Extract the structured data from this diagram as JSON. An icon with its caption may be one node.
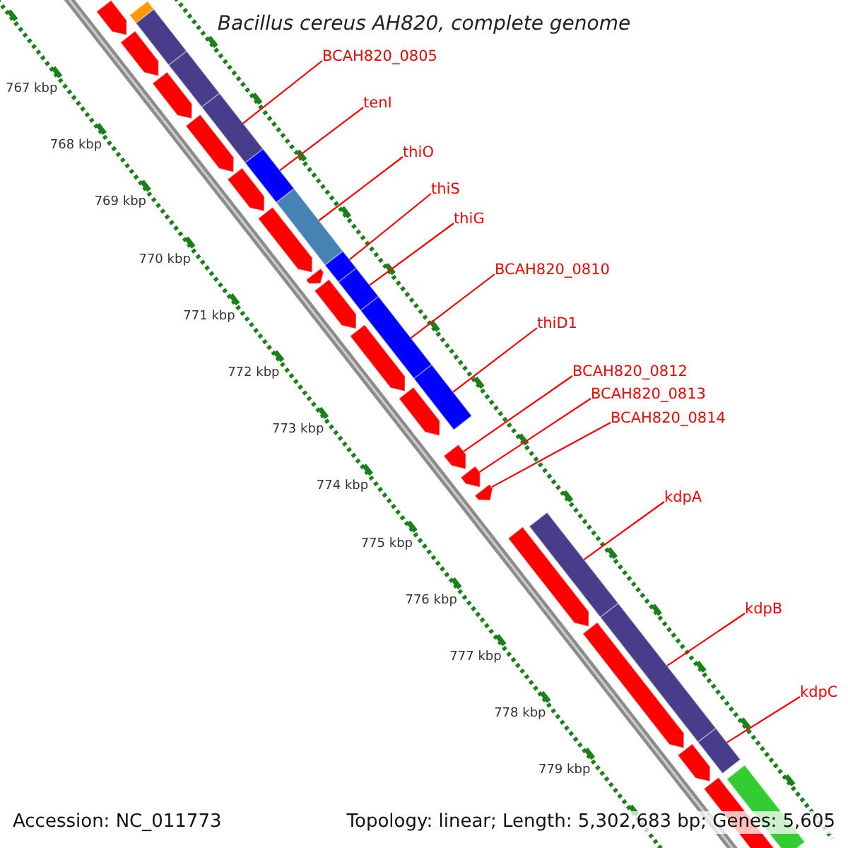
{
  "diagram": {
    "title": "Bacillus cereus AH820, complete genome",
    "nodes": [
      {
        "text": [
          "BCAH820_0805"
        ]
      },
      {
        "text": [
          "tenI"
        ]
      },
      {
        "text": [
          "thiO"
        ]
      },
      {
        "text": [
          "thiS"
        ]
      },
      {
        "text": [
          "thiG"
        ]
      },
      {
        "text": [
          "BCAH820_0810"
        ]
      },
      {
        "text": [
          "thiD1"
        ]
      },
      {
        "text": [
          "BCAH820_0812"
        ]
      },
      {
        "text": [
          "BCAH820_0813"
        ]
      },
      {
        "text": [
          "BCAH820_0814"
        ]
      },
      {
        "text": [
          "kdpA"
        ]
      },
      {
        "text": [
          "kdpB"
        ]
      },
      {
        "text": [
          "kdpC"
        ]
      },
      {
        "text": [],
        "shape": "bar"
      },
      {
        "text": [],
        "shape": "arrow"
      },
      {
        "text": [],
        "shape": "bar"
      },
      {
        "text": [],
        "shape": "arrow"
      },
      {
        "text": [],
        "shape": "bar"
      },
      {
        "text": [],
        "shape": "arrow"
      },
      {
        "text": [],
        "shape": "bar"
      },
      {
        "text": [],
        "shape": "arrow"
      },
      {
        "text": [],
        "shape": "bar"
      },
      {
        "text": [],
        "shape": "arrow"
      },
      {
        "text": [],
        "shape": "bar"
      },
      {
        "text": [],
        "shape": "arrow"
      },
      {
        "text": [],
        "shape": "bar"
      },
      {
        "text": [],
        "shape": "arrow"
      },
      {
        "text": [],
        "shape": "arrow"
      },
      {
        "text": [],
        "shape": "bar"
      },
      {
        "text": [],
        "shape": "bar"
      },
      {
        "text": [],
        "shape": "arrow"
      },
      {
        "text": [],
        "shape": "bar"
      },
      {
        "text": [],
        "shape": "arrow"
      },
      {
        "text": [],
        "shape": "arrow"
      },
      {
        "text": [],
        "shape": "arrow"
      },
      {
        "text": [],
        "shape": "arrow"
      },
      {
        "text": [],
        "shape": "arrow"
      },
      {
        "text": [],
        "shape": "bar"
      },
      {
        "text": [],
        "shape": "bar"
      },
      {
        "text": [],
        "shape": "arrow"
      },
      {
        "text": [],
        "shape": "arrow"
      },
      {
        "text": [],
        "shape": "bar"
      },
      {
        "text": [],
        "shape": "arrow"
      },
      {
        "text": [],
        "shape": "bar"
      }
    ],
    "edges": [
      {
        "from": 0,
        "to": 19,
        "arrow": "none"
      },
      {
        "from": 1,
        "to": 21,
        "arrow": "none"
      },
      {
        "from": 2,
        "to": 23,
        "arrow": "none"
      },
      {
        "from": 3,
        "to": 25,
        "arrow": "none"
      },
      {
        "from": 4,
        "to": 28,
        "arrow": "none"
      },
      {
        "from": 5,
        "to": 29,
        "arrow": "none"
      },
      {
        "from": 6,
        "to": 31,
        "arrow": "none"
      },
      {
        "from": 7,
        "to": 33,
        "arrow": "none"
      },
      {
        "from": 8,
        "to": 34,
        "arrow": "none"
      },
      {
        "from": 9,
        "to": 35,
        "arrow": "none"
      },
      {
        "from": 10,
        "to": 37,
        "arrow": "none"
      },
      {
        "from": 11,
        "to": 38,
        "arrow": "none"
      },
      {
        "from": 12,
        "to": 41,
        "arrow": "none"
      }
    ],
    "labels": [
      "767 kbp",
      "768 kbp",
      "769 kbp",
      "770 kbp",
      "771 kbp",
      "772 kbp",
      "773 kbp",
      "774 kbp",
      "775 kbp",
      "776 kbp",
      "777 kbp",
      "778 kbp",
      "779 kbp",
      "Accession: NC_011773",
      "Topology: linear; Length: 5,302,683 bp; Genes: 5,605"
    ]
  }
}
